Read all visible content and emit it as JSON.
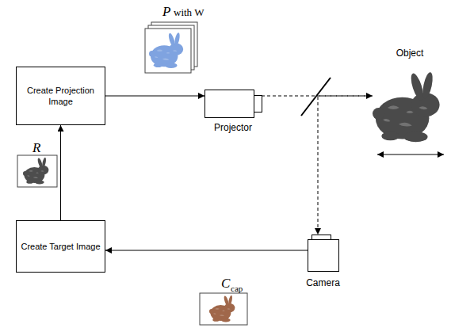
{
  "diagram": {
    "nodes": [
      {
        "text": [
          "Create Projection Image"
        ]
      },
      {
        "text": [
          "Projector"
        ]
      },
      {
        "text": [
          "Object"
        ]
      },
      {
        "text": [
          "Camera"
        ]
      },
      {
        "text": [
          "Create Target Image"
        ]
      }
    ],
    "edges": [
      {
        "from": 0,
        "to": 1,
        "arrow": "to"
      },
      {
        "from": 1,
        "to": 2,
        "arrow": "to"
      },
      {
        "from": 2,
        "to": 3,
        "arrow": "to"
      },
      {
        "from": 3,
        "to": 4,
        "arrow": "to"
      },
      {
        "from": 4,
        "to": 0,
        "arrow": "to"
      }
    ],
    "labels": [
      "P",
      "with W",
      "R",
      "C",
      "cap"
    ]
  }
}
